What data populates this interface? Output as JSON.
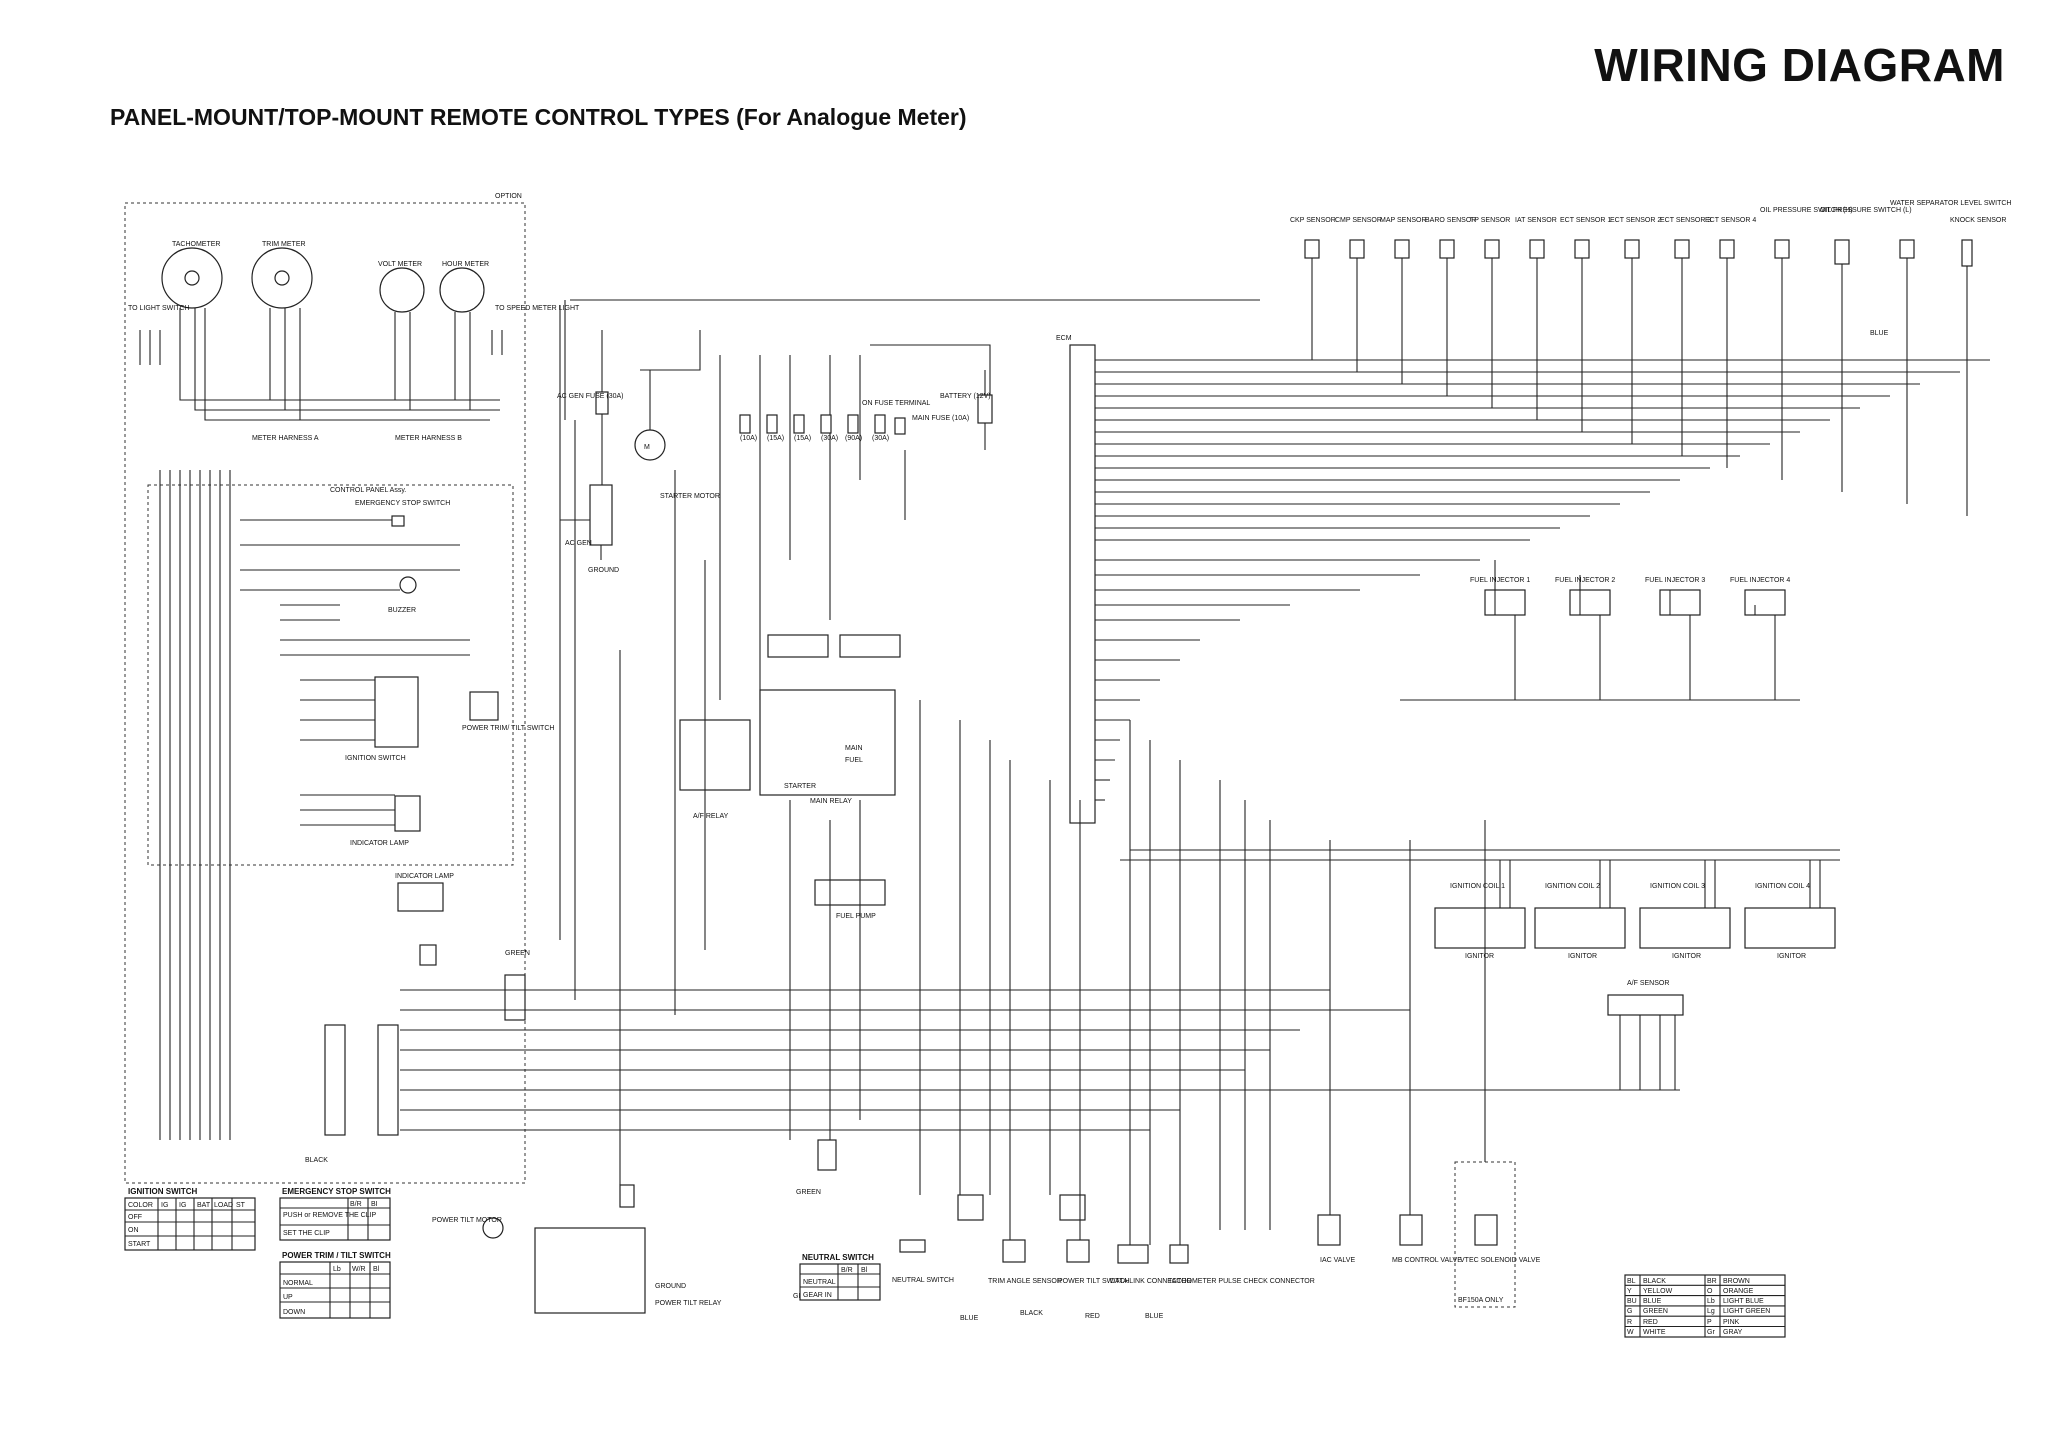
{
  "title": "WIRING DIAGRAM",
  "subtitle": "PANEL-MOUNT/TOP-MOUNT REMOTE CONTROL TYPES (For Analogue Meter)",
  "labels": {
    "option": "OPTION",
    "tachometer": "TACHOMETER",
    "trim_meter": "TRIM METER",
    "volt_meter": "VOLT METER",
    "hour_meter": "HOUR METER",
    "to_light_switch": "TO LIGHT SWITCH",
    "to_speed_meter_light": "TO SPEED METER LIGHT",
    "meter_harness_a": "METER HARNESS A",
    "meter_harness_b": "METER HARNESS B",
    "control_panel": "CONTROL PANEL Assy.",
    "emergency_stop_switch": "EMERGENCY STOP SWITCH",
    "buzzer": "BUZZER",
    "ignition_switch": "IGNITION SWITCH",
    "power_trim_tilt_switch": "POWER TRIM/ TILT SWITCH",
    "indicator_lamp": "INDICATOR LAMP",
    "indicator_lamp_2": "INDICATOR LAMP",
    "ac_gen_fuse": "AC GEN FUSE (30A)",
    "ac_gen": "AC GEN",
    "ground": "GROUND",
    "starter_motor": "STARTER MOTOR",
    "on_fuse_terminal": "ON FUSE TERMINAL",
    "main_fuse": "MAIN FUSE (10A)",
    "battery": "BATTERY (12V)",
    "ecm": "ECM",
    "af_relay": "A/F RELAY",
    "main_relay": "MAIN RELAY",
    "starter": "STARTER",
    "main": "MAIN",
    "fuel": "FUEL",
    "fuel_pump": "FUEL PUMP",
    "green": "GREEN",
    "black": "BLACK",
    "blue": "BLUE",
    "red": "RED",
    "power_tilt_motor": "POWER TILT MOTOR",
    "power_tilt_relay": "POWER TILT RELAY",
    "neutral_switch": "NEUTRAL SWITCH",
    "trim_angle_sensor": "TRIM ANGLE SENSOR",
    "power_tilt_switch": "POWER TILT SWITCH",
    "data_link_connector": "DATA LINK CONNECTOR",
    "tachometer_pulse_check": "TACHOMETER PULSE CHECK CONNECTOR",
    "iac_valve": "IAC VALVE",
    "mb_control_valve": "MB CONTROL VALVE",
    "vtec_solenoid": "VTEC SOLENOID VALVE",
    "bf150a_only": "BF150A ONLY",
    "af_sensor": "A/F SENSOR",
    "ignitor": "IGNITOR"
  },
  "fuses": [
    "(10A)",
    "(15A)",
    "(15A)",
    "(30A)",
    "(90A)",
    "(30A)"
  ],
  "sensors": [
    "CKP SENSOR",
    "CMP SENSOR",
    "MAP SENSOR",
    "BARO SENSOR",
    "TP SENSOR",
    "IAT SENSOR",
    "ECT SENSOR 1",
    "ECT SENSOR 2",
    "ECT SENSOR 3",
    "ECT SENSOR 4",
    "OIL PRESSURE SWITCH (H)",
    "OIL PRESSURE SWITCH (L)",
    "WATER SEPARATOR LEVEL SWITCH",
    "KNOCK SENSOR"
  ],
  "injectors": [
    "FUEL INJECTOR 1",
    "FUEL INJECTOR 2",
    "FUEL INJECTOR 3",
    "FUEL INJECTOR 4"
  ],
  "coils": [
    "IGNITION COIL 1",
    "IGNITION COIL 2",
    "IGNITION COIL 3",
    "IGNITION COIL 4"
  ],
  "ignition_switch_table": {
    "title": "IGNITION SWITCH",
    "header": [
      "COLOR",
      "IG",
      "IG",
      "BAT",
      "LOAD",
      "ST"
    ],
    "rows": [
      "OFF",
      "ON",
      "START"
    ]
  },
  "emergency_table": {
    "title": "EMERGENCY STOP SWITCH",
    "header": [
      "",
      "B/R",
      "BI"
    ],
    "rows": [
      "PUSH or REMOVE THE CLIP",
      "SET THE CLIP"
    ]
  },
  "trim_table": {
    "title": "POWER TRIM / TILT SWITCH",
    "header": [
      "",
      "Lb",
      "W/R",
      "Bl"
    ],
    "rows": [
      "NORMAL",
      "UP",
      "DOWN"
    ]
  },
  "neutral_table": {
    "title": "NEUTRAL SWITCH",
    "header": [
      "",
      "B/R",
      "Bl"
    ],
    "rows": [
      "NEUTRAL",
      "GEAR IN"
    ]
  },
  "color_legend": [
    [
      "BL",
      "BLACK",
      "BR",
      "BROWN"
    ],
    [
      "Y",
      "YELLOW",
      "O",
      "ORANGE"
    ],
    [
      "BU",
      "BLUE",
      "Lb",
      "LIGHT BLUE"
    ],
    [
      "G",
      "GREEN",
      "Lg",
      "LIGHT GREEN"
    ],
    [
      "R",
      "RED",
      "P",
      "PINK"
    ],
    [
      "W",
      "WHITE",
      "Gr",
      "GRAY"
    ]
  ]
}
